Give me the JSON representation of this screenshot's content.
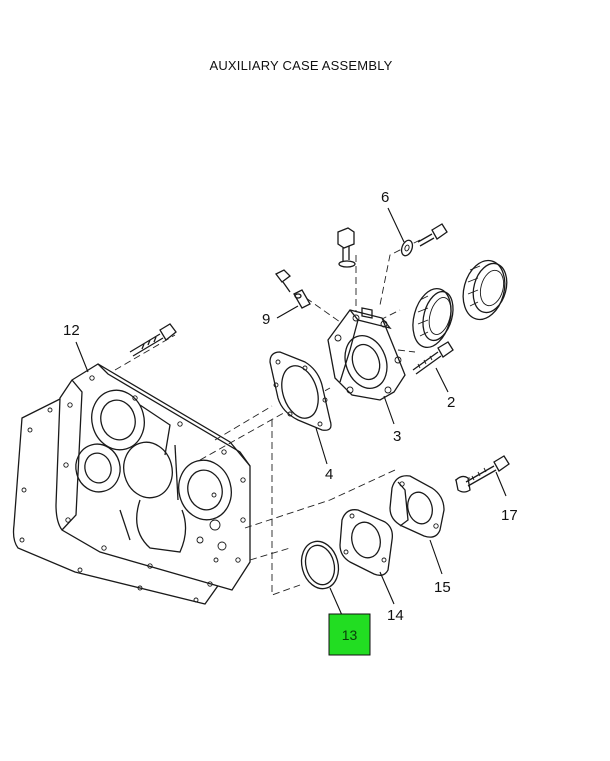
{
  "diagram": {
    "title": "AUXILIARY CASE ASSEMBLY",
    "highlight_color": "#22dd22",
    "callouts": [
      {
        "id": "c2",
        "label": "2"
      },
      {
        "id": "c3",
        "label": "3"
      },
      {
        "id": "c4",
        "label": "4"
      },
      {
        "id": "c6",
        "label": "6"
      },
      {
        "id": "c9",
        "label": "9"
      },
      {
        "id": "c12",
        "label": "12"
      },
      {
        "id": "c13",
        "label": "13",
        "highlighted": true
      },
      {
        "id": "c14",
        "label": "14"
      },
      {
        "id": "c15",
        "label": "15"
      },
      {
        "id": "c17",
        "label": "17"
      }
    ]
  }
}
